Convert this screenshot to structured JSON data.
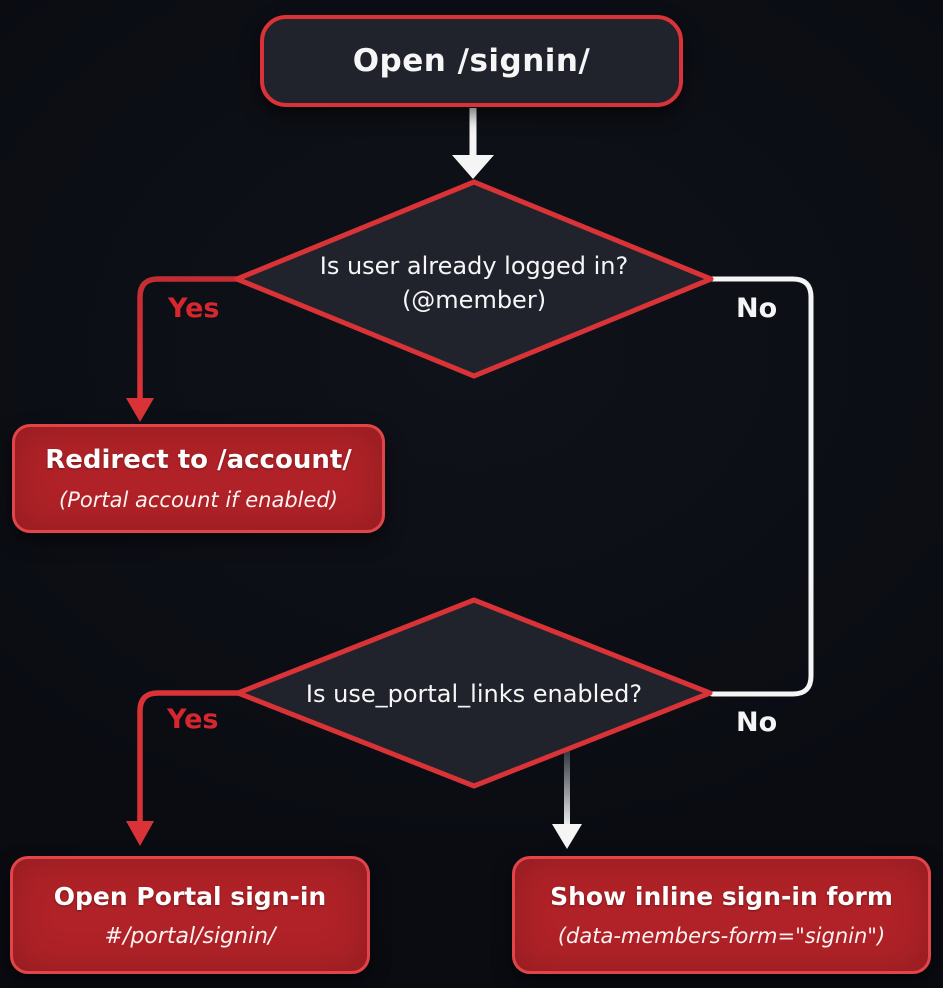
{
  "colors": {
    "background": "#0a0c12",
    "node_fill": "#20232c",
    "outline_red": "#d93338",
    "action_fill": "#b02227",
    "action_border": "#e1454a",
    "arrow_white": "#f5f5f5",
    "label_yes": "#d8262e",
    "label_no": "#f5f5f5",
    "text": "#f6f6f6"
  },
  "nodes": {
    "start": {
      "label": "Open /signin/"
    },
    "decision_logged_in": {
      "line1": "Is user already logged in?",
      "line2": "(@member)"
    },
    "redirect_account": {
      "title": "Redirect to /account/",
      "subtitle": "(Portal account if enabled)"
    },
    "decision_portal_links": {
      "line1": "Is use_portal_links enabled?"
    },
    "open_portal_signin": {
      "title": "Open Portal sign-in",
      "subtitle": "#/portal/signin/"
    },
    "inline_signin_form": {
      "title": "Show inline sign-in form",
      "subtitle": "(data-members-form=\"signin\")"
    }
  },
  "edges": {
    "logged_in_yes": "Yes",
    "logged_in_no": "No",
    "portal_links_yes": "Yes",
    "portal_links_no": "No"
  }
}
